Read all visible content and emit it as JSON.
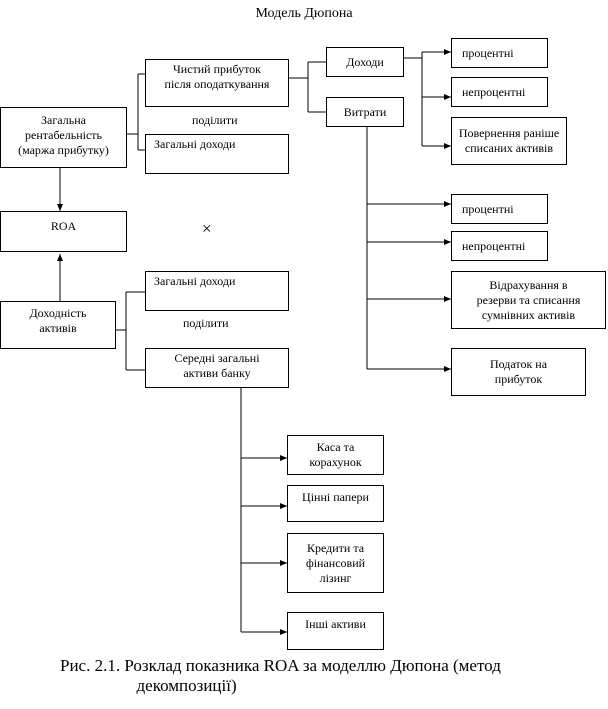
{
  "title": "Модель Дюпона",
  "nodes": {
    "net_profit": "Чистий прибуток\nпісля оподаткування",
    "profitability": "Загальна\nрентабельність\n(маржа прибутку)",
    "total_income_a": "Загальні доходи",
    "roa": "ROA",
    "asset_yield": "Доходність\nактивів",
    "total_income_b": "Загальні доходи",
    "avg_assets": "Середні загальні\nактиви банку",
    "income": "Доходи",
    "expenses": "Витрати",
    "inc_interest": "процентні",
    "inc_noninterest": "непроцентні",
    "inc_recovery": "Повернення раніше\nсписаних активів",
    "exp_interest": "процентні",
    "exp_noninterest": "непроцентні",
    "exp_reserves": "Відрахування в\nрезерви та списання\nсумнівних активів",
    "exp_tax": "Податок на\nприбуток",
    "asset_cash": "Каса та\nкорахунок",
    "asset_securities": "Цінні папери",
    "asset_loans": "Кредити та\nфінансовий\nлізинг",
    "asset_other": "Інші активи"
  },
  "divide_label_a": "поділити",
  "divide_label_b": "поділити",
  "multiply_sign": "×",
  "caption": "Рис. 2.1. Розклад показника ROA за моделлю Дюпона (метод\n                  декомпозиції)"
}
